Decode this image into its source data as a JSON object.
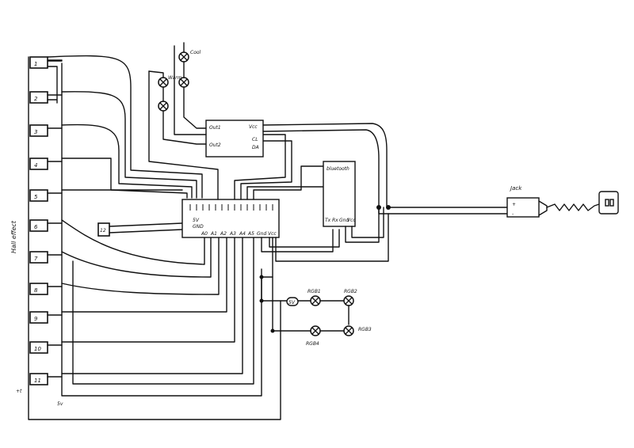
{
  "diagram": {
    "sensor_group_label": "Hall effect",
    "ground_label": "+t",
    "bottom_label": "5v",
    "sensors": [
      {
        "label": "1"
      },
      {
        "label": "2"
      },
      {
        "label": "3"
      },
      {
        "label": "4"
      },
      {
        "label": "5"
      },
      {
        "label": "6"
      },
      {
        "label": "7"
      },
      {
        "label": "8"
      },
      {
        "label": "9"
      },
      {
        "label": "10"
      },
      {
        "label": "11"
      }
    ],
    "side_connector_label": "12",
    "led_driver": {
      "pins_left": [
        "Out1",
        "Out2"
      ],
      "pins_right": [
        "Vcc",
        "CL",
        "DA"
      ]
    },
    "leds_top": {
      "cool_label": "Cool",
      "warm_label": "Warm"
    },
    "microcontroller": {
      "bottom_pins": [
        "A0",
        "A1",
        "A2",
        "A3",
        "A4",
        "A5",
        "Gnd",
        "Vcc"
      ],
      "left_marks": [
        "5V",
        "GND"
      ]
    },
    "bluetooth": {
      "title": "bluetooth",
      "pins": [
        "Tx",
        "Rx",
        "Gnd",
        "Vcc"
      ]
    },
    "jack": {
      "label": "Jack",
      "plus": "+",
      "minus": "-"
    },
    "rgb": {
      "labels": [
        "RGB1",
        "RGB2",
        "RGB3",
        "RGB4"
      ],
      "input_label": "5V"
    }
  }
}
